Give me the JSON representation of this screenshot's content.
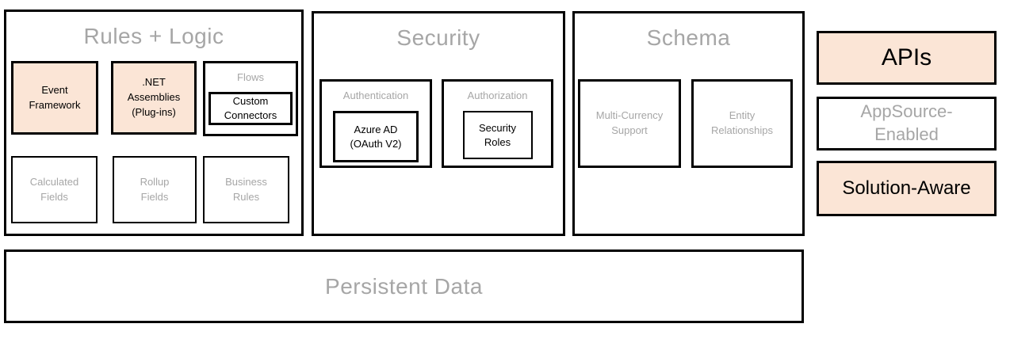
{
  "colors": {
    "highlight_fill": "#fbe5d6",
    "muted_text": "#a6a6a6",
    "border": "#000000",
    "background": "#ffffff"
  },
  "sections": {
    "rules_logic": {
      "title": "Rules + Logic",
      "event_framework": "Event\nFramework",
      "net_assemblies": ".NET\nAssemblies\n(Plug-ins)",
      "flows": "Flows",
      "custom_connectors": "Custom\nConnectors",
      "calculated_fields": "Calculated\nFields",
      "rollup_fields": "Rollup\nFields",
      "business_rules": "Business\nRules"
    },
    "security": {
      "title": "Security",
      "authentication": "Authentication",
      "azure_ad": "Azure AD\n(OAuth V2)",
      "authorization": "Authorization",
      "security_roles": "Security\nRoles"
    },
    "schema": {
      "title": "Schema",
      "multi_currency": "Multi-Currency\nSupport",
      "entity_relationships": "Entity\nRelationships"
    },
    "side": {
      "apis": "APIs",
      "appsource_enabled": "AppSource-\nEnabled",
      "solution_aware": "Solution-Aware"
    },
    "persistent": {
      "title": "Persistent Data"
    }
  }
}
